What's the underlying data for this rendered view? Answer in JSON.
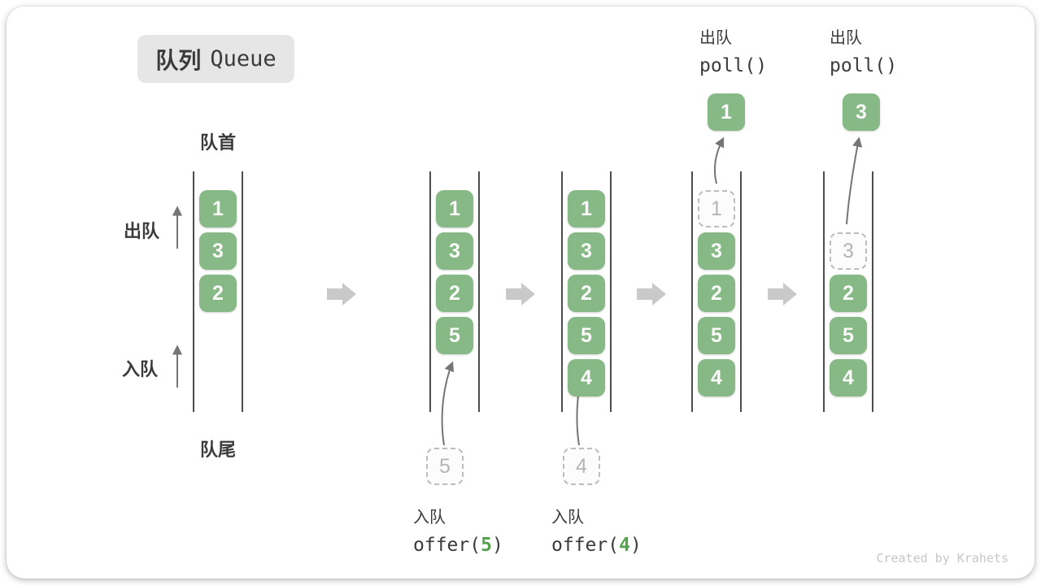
{
  "title": {
    "zh": "队列",
    "en": "Queue"
  },
  "labels": {
    "front": "队首",
    "rear": "队尾",
    "dequeue_side": "出队",
    "enqueue_side": "入队"
  },
  "states": [
    {
      "name": "initial",
      "slots": [
        {
          "v": "1"
        },
        {
          "v": "3"
        },
        {
          "v": "2"
        }
      ]
    },
    {
      "name": "after-offer-5",
      "slots": [
        {
          "v": "1"
        },
        {
          "v": "3"
        },
        {
          "v": "2"
        },
        {
          "v": "5"
        }
      ],
      "incoming": {
        "v": "5"
      }
    },
    {
      "name": "after-offer-4",
      "slots": [
        {
          "v": "1"
        },
        {
          "v": "3"
        },
        {
          "v": "2"
        },
        {
          "v": "5"
        },
        {
          "v": "4"
        }
      ],
      "incoming": {
        "v": "4"
      }
    },
    {
      "name": "poll-first",
      "slots": [
        {
          "v": "1"
        },
        {
          "v": "3"
        },
        {
          "v": "2"
        },
        {
          "v": "5"
        },
        {
          "v": "4"
        }
      ],
      "popped": {
        "v": "1"
      }
    },
    {
      "name": "poll-second",
      "slots": [
        {
          "v": "3"
        },
        {
          "v": "2"
        },
        {
          "v": "5"
        },
        {
          "v": "4"
        }
      ],
      "popped": {
        "v": "3"
      }
    }
  ],
  "operations": {
    "offer5": {
      "label": "入队",
      "fn": "offer(",
      "arg": "5",
      "close": ")"
    },
    "offer4": {
      "label": "入队",
      "fn": "offer(",
      "arg": "4",
      "close": ")"
    },
    "poll1": {
      "label": "出队",
      "code": "poll()"
    },
    "poll2": {
      "label": "出队",
      "code": "poll()"
    }
  },
  "colors": {
    "box_green": "#86B986",
    "code_green": "#55A24E",
    "title_bg": "#E6E6E6",
    "text_dark": "#3B3B3B",
    "muted_gray": "#B9B9B9",
    "block_arrow_gray": "#C9C9C9"
  },
  "watermark": "Created by Krahets"
}
